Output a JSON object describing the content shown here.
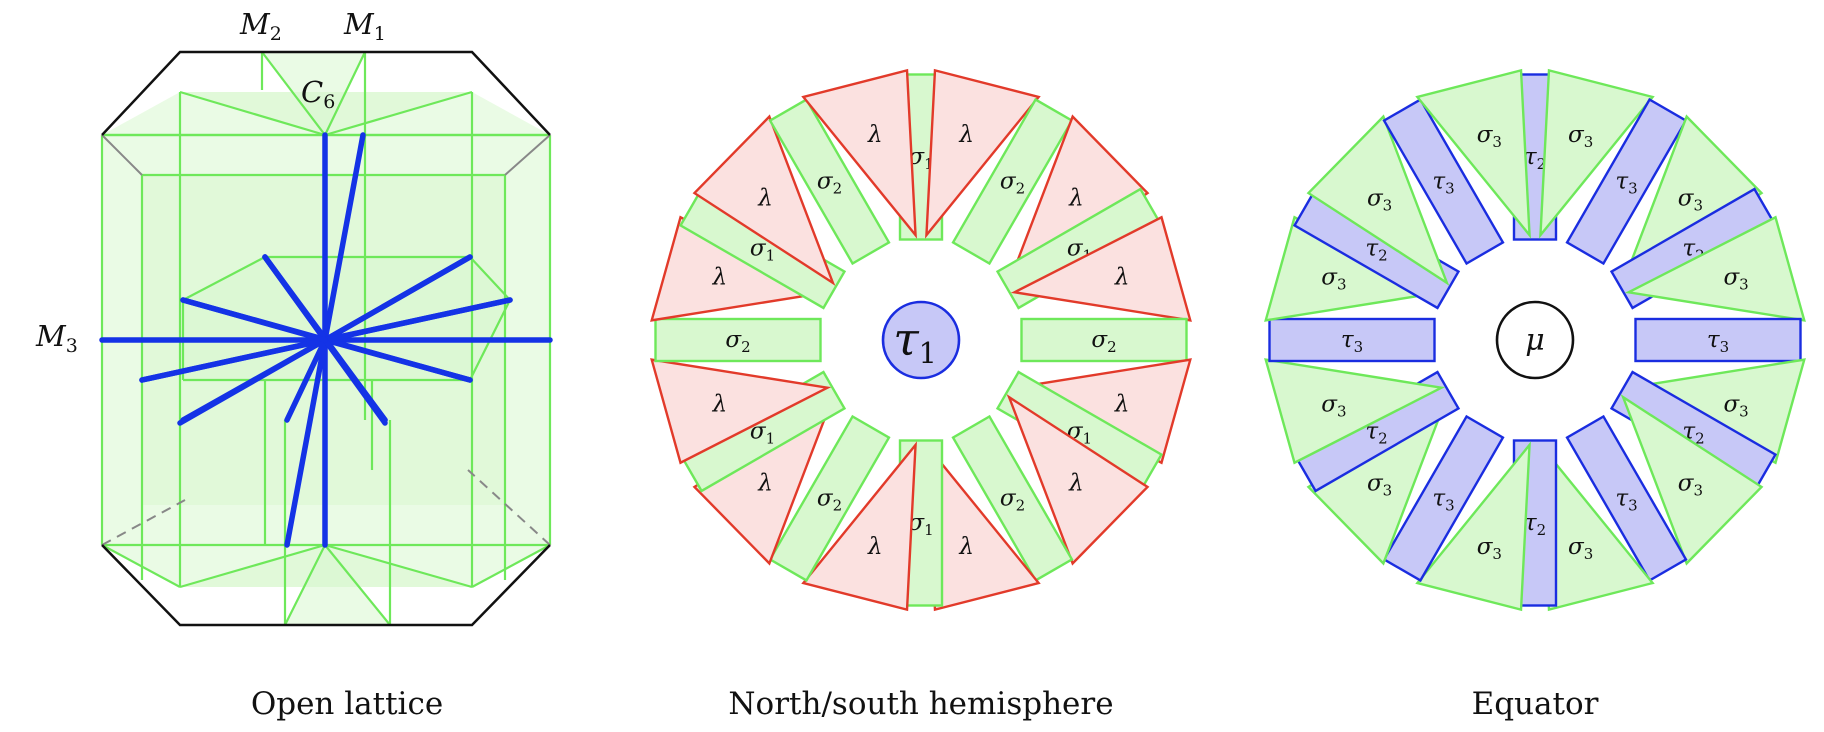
{
  "captions": {
    "open_lattice": "Open lattice",
    "hemisphere": "North/south hemisphere",
    "equator": "Equator"
  },
  "lattice": {
    "axis_labels": {
      "m1": "M",
      "m1_sub": "1",
      "m2": "M",
      "m2_sub": "2",
      "m3": "M",
      "m3_sub": "3",
      "c6": "C",
      "c6_sub": "6"
    }
  },
  "hemisphere": {
    "center": {
      "symbol": "τ",
      "sub": "1"
    },
    "ring": [
      {
        "type": "rect",
        "label": "σ",
        "sub": "1"
      },
      {
        "type": "tri",
        "label": "λ",
        "sub": ""
      },
      {
        "type": "rect",
        "label": "σ",
        "sub": "2"
      },
      {
        "type": "tri",
        "label": "λ",
        "sub": ""
      },
      {
        "type": "rect",
        "label": "σ",
        "sub": "1"
      },
      {
        "type": "tri",
        "label": "λ",
        "sub": ""
      },
      {
        "type": "rect",
        "label": "σ",
        "sub": "2"
      },
      {
        "type": "tri",
        "label": "λ",
        "sub": ""
      },
      {
        "type": "rect",
        "label": "σ",
        "sub": "1"
      },
      {
        "type": "tri",
        "label": "λ",
        "sub": ""
      },
      {
        "type": "rect",
        "label": "σ",
        "sub": "2"
      },
      {
        "type": "tri",
        "label": "λ",
        "sub": ""
      },
      {
        "type": "rect",
        "label": "σ",
        "sub": "1"
      },
      {
        "type": "tri",
        "label": "λ",
        "sub": ""
      },
      {
        "type": "rect",
        "label": "σ",
        "sub": "2"
      },
      {
        "type": "tri",
        "label": "λ",
        "sub": ""
      },
      {
        "type": "rect",
        "label": "σ",
        "sub": "1"
      },
      {
        "type": "tri",
        "label": "λ",
        "sub": ""
      },
      {
        "type": "rect",
        "label": "σ",
        "sub": "2"
      },
      {
        "type": "tri",
        "label": "λ",
        "sub": ""
      },
      {
        "type": "rect",
        "label": "σ",
        "sub": "1"
      },
      {
        "type": "tri",
        "label": "λ",
        "sub": ""
      },
      {
        "type": "rect",
        "label": "σ",
        "sub": "2"
      },
      {
        "type": "tri",
        "label": "λ",
        "sub": ""
      }
    ]
  },
  "equator": {
    "center": {
      "symbol": "μ",
      "sub": ""
    },
    "ring": [
      {
        "type": "rect",
        "label": "τ",
        "sub": "2"
      },
      {
        "type": "tri",
        "label": "σ",
        "sub": "3"
      },
      {
        "type": "rect",
        "label": "τ",
        "sub": "3"
      },
      {
        "type": "tri",
        "label": "σ",
        "sub": "3"
      },
      {
        "type": "rect",
        "label": "τ",
        "sub": "2"
      },
      {
        "type": "tri",
        "label": "σ",
        "sub": "3"
      },
      {
        "type": "rect",
        "label": "τ",
        "sub": "3"
      },
      {
        "type": "tri",
        "label": "σ",
        "sub": "3"
      },
      {
        "type": "rect",
        "label": "τ",
        "sub": "2"
      },
      {
        "type": "tri",
        "label": "σ",
        "sub": "3"
      },
      {
        "type": "rect",
        "label": "τ",
        "sub": "3"
      },
      {
        "type": "tri",
        "label": "σ",
        "sub": "3"
      },
      {
        "type": "rect",
        "label": "τ",
        "sub": "2"
      },
      {
        "type": "tri",
        "label": "σ",
        "sub": "3"
      },
      {
        "type": "rect",
        "label": "τ",
        "sub": "3"
      },
      {
        "type": "tri",
        "label": "σ",
        "sub": "3"
      },
      {
        "type": "rect",
        "label": "τ",
        "sub": "2"
      },
      {
        "type": "tri",
        "label": "σ",
        "sub": "3"
      },
      {
        "type": "rect",
        "label": "τ",
        "sub": "3"
      },
      {
        "type": "tri",
        "label": "σ",
        "sub": "3"
      },
      {
        "type": "rect",
        "label": "τ",
        "sub": "2"
      },
      {
        "type": "tri",
        "label": "σ",
        "sub": "3"
      },
      {
        "type": "rect",
        "label": "τ",
        "sub": "3"
      },
      {
        "type": "tri",
        "label": "σ",
        "sub": "3"
      }
    ]
  },
  "colors": {
    "green_stroke": "#6ee85a",
    "green_fill": "#d8f8cf",
    "red_stroke": "#e23a2a",
    "red_fill": "#fbe1e0",
    "blue_stroke": "#1a2de0",
    "blue_fill": "#c7c8f7",
    "blue_axis": "#1433e6",
    "black": "#111111"
  }
}
